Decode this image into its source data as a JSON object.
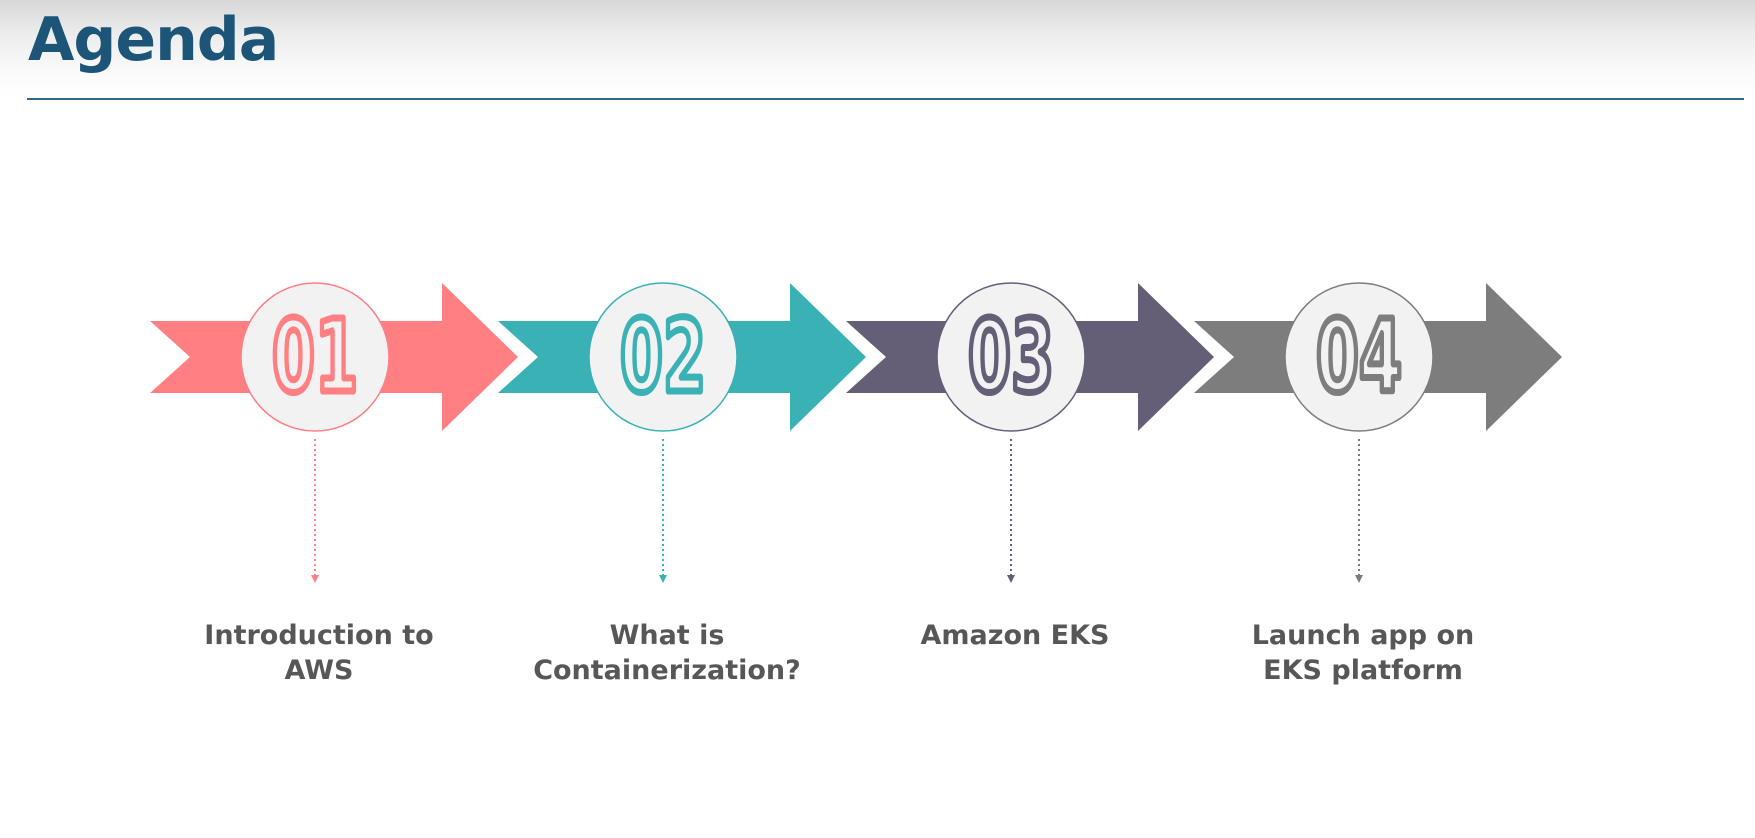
{
  "slide": {
    "title": "Agenda",
    "title_color": "#1c5577",
    "rule_color": "#2f6a84"
  },
  "agenda": {
    "steps": [
      {
        "number": "01",
        "label": "Introduction to\nAWS",
        "color": "#ff7f82"
      },
      {
        "number": "02",
        "label": "What is\nContainerization?",
        "color": "#3ab1b5"
      },
      {
        "number": "03",
        "label": "Amazon EKS",
        "color": "#645e77"
      },
      {
        "number": "04",
        "label": "Launch app on\nEKS platform",
        "color": "#7d7d7d"
      }
    ],
    "circle_fill": "#f2f2f2"
  }
}
